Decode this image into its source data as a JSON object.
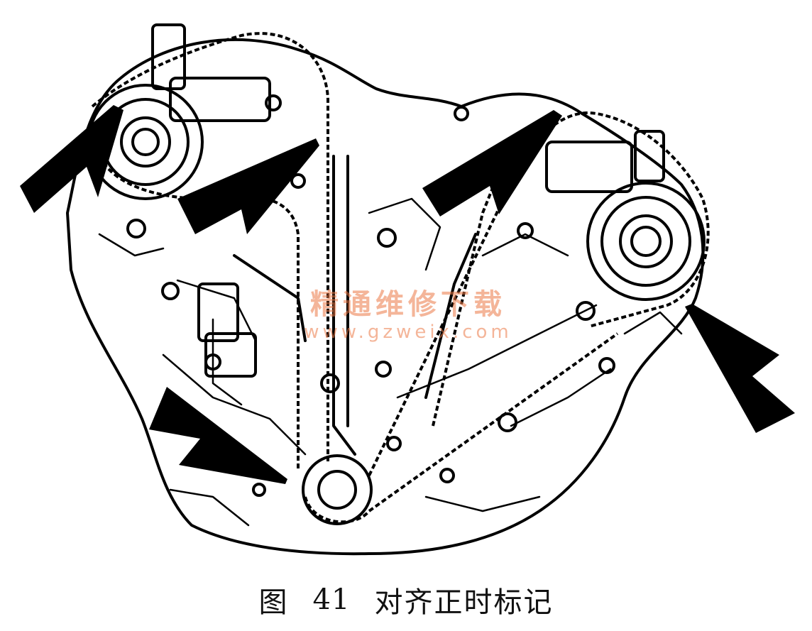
{
  "caption": {
    "label": "图",
    "number": "41",
    "title": "对齐正时标记"
  },
  "watermark": {
    "title": "精通维修下载",
    "url": "www.gzweix.com",
    "color": "#eb7846"
  },
  "arrow_color": "#000000"
}
